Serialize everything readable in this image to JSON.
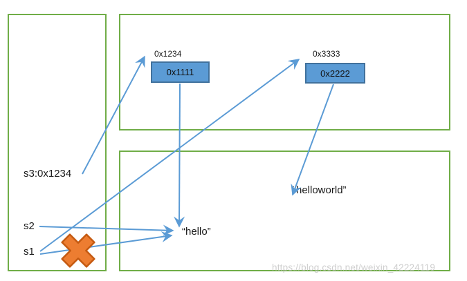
{
  "diagram": {
    "stack": {
      "s3_label": "s3:0x1234",
      "s2_label": "s2",
      "s1_label": "s1"
    },
    "heap": {
      "box1": {
        "address_label": "0x1234",
        "value": "0x1111"
      },
      "box2": {
        "address_label": "0x3333",
        "value": "0x2222"
      }
    },
    "strings": {
      "hello": "“hello”",
      "helloworld": "“helloworld”"
    },
    "edges": [
      {
        "from": "s3",
        "to": "0x1234"
      },
      {
        "from": "0x1111-box",
        "to": "hello"
      },
      {
        "from": "s2",
        "to": "hello"
      },
      {
        "from": "s1",
        "to": "0x3333"
      },
      {
        "from": "s1",
        "to": "hello"
      },
      {
        "from": "0x2222-box",
        "to": "helloworld"
      }
    ],
    "colors": {
      "region_border": "#70AD47",
      "box_fill": "#5B9BD5",
      "box_border": "#41719C",
      "arrow": "#5B9BD5",
      "cross_fill": "#ED7D31",
      "cross_border": "#C55A11"
    }
  },
  "watermark": "https://blog.csdn.net/weixin_42224119"
}
